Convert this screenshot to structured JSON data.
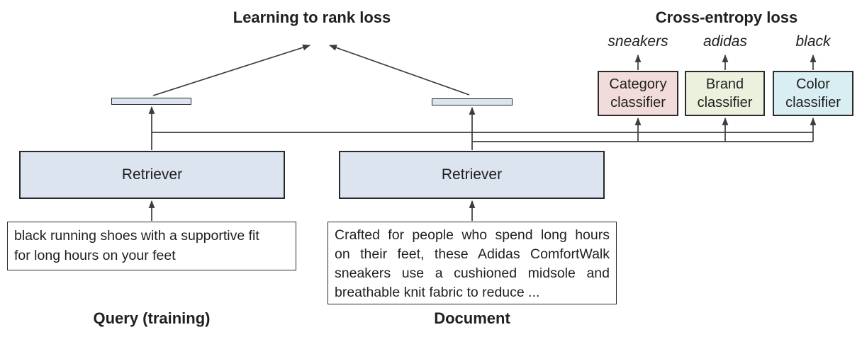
{
  "titles": {
    "learning_to_rank_loss": "Learning to rank loss",
    "cross_entropy_loss": "Cross-entropy loss"
  },
  "predicted_labels": {
    "category": "sneakers",
    "brand": "adidas",
    "color": "black"
  },
  "classifiers": [
    {
      "line1": "Category",
      "line2": "classifier"
    },
    {
      "line1": "Brand",
      "line2": "classifier"
    },
    {
      "line1": "Color",
      "line2": "classifier"
    }
  ],
  "retrievers": {
    "query_label": "Retriever",
    "document_label": "Retriever"
  },
  "query_box": {
    "lines": [
      "black running shoes with a supportive fit",
      "for long hours on your feet"
    ]
  },
  "document_box": {
    "lines": [
      "Crafted for people who spend long hours",
      "on their feet, these Adidas ComfortWalk",
      "sneakers use a cushioned midsole and",
      "breathable knit fabric to reduce ..."
    ]
  },
  "captions": {
    "query": "Query (training)",
    "document": "Document"
  },
  "colors": {
    "retriever_fill": "#dce4f0",
    "embedding_bar_fill": "#dce4f0",
    "category_classifier_fill": "#f2dcdb",
    "brand_classifier_fill": "#ebf1dd",
    "color_classifier_fill": "#d9eef3",
    "box_border": "#2b2b2b",
    "connector_line": "#3c3c3c",
    "text": "#1f1f1f"
  }
}
